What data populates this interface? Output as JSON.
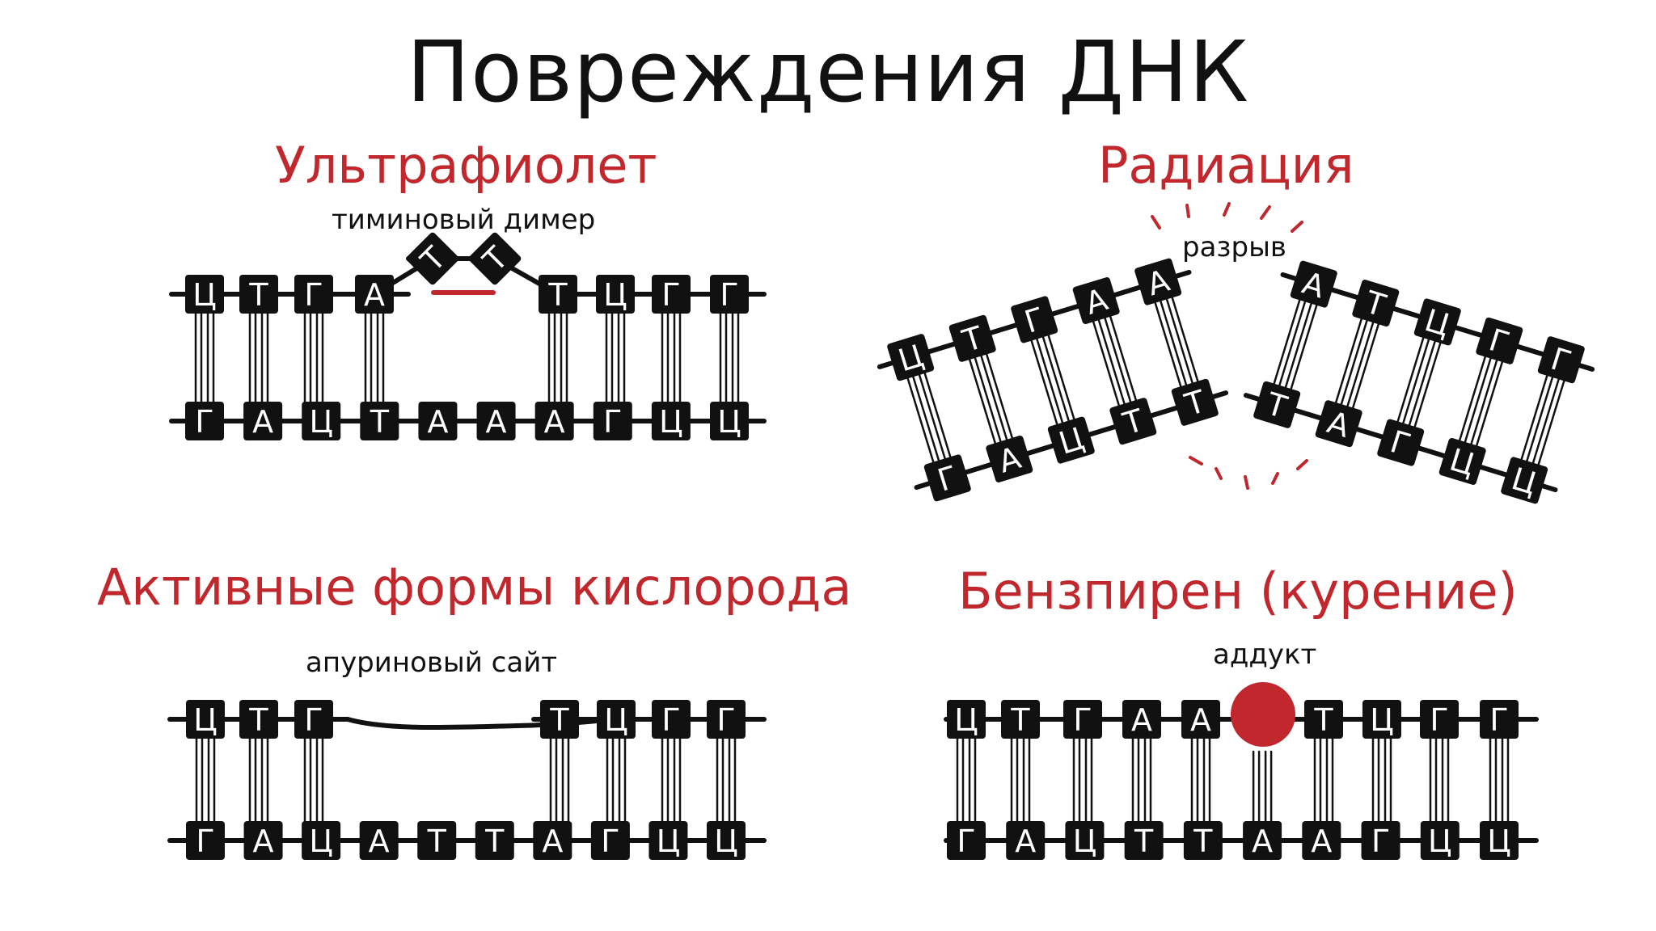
{
  "title": "Повреждения ДНК",
  "colors": {
    "accent": "#c0282d",
    "ink": "#111111",
    "paper": "#ffffff"
  },
  "panels": [
    {
      "heading": "Ультрафиолет",
      "label": "тиминовый димер",
      "top": [
        "Ц",
        "Т",
        "Г",
        "А",
        "Т",
        "Т",
        "Т",
        "Ц",
        "Г",
        "Г"
      ],
      "bottom": [
        "Г",
        "А",
        "Ц",
        "Т",
        "А",
        "А",
        "А",
        "Г",
        "Ц",
        "Ц"
      ]
    },
    {
      "heading": "Радиация",
      "label": "разрыв",
      "left_top": [
        "Ц",
        "Т",
        "Г",
        "А",
        "А"
      ],
      "left_bottom": [
        "Г",
        "А",
        "Ц",
        "Т",
        "Т"
      ],
      "right_top": [
        "А",
        "Т",
        "Ц",
        "Г",
        "Г"
      ],
      "right_bottom": [
        "Т",
        "А",
        "Г",
        "Ц",
        "Ц"
      ]
    },
    {
      "heading": "Активные формы кислорода",
      "label": "апуриновый сайт",
      "top": [
        "Ц",
        "Т",
        "Г",
        "Т",
        "Ц",
        "Г",
        "Г"
      ],
      "bottom": [
        "Г",
        "А",
        "Ц",
        "А",
        "Т",
        "Т",
        "А",
        "Г",
        "Ц",
        "Ц"
      ]
    },
    {
      "heading": "Бензпирен (курение)",
      "label": "аддукт",
      "top": [
        "Ц",
        "Т",
        "Г",
        "А",
        "А",
        "Т",
        "Ц",
        "Г",
        "Г"
      ],
      "bottom": [
        "Г",
        "А",
        "Ц",
        "Т",
        "Т",
        "А",
        "А",
        "Г",
        "Ц",
        "Ц"
      ]
    }
  ]
}
